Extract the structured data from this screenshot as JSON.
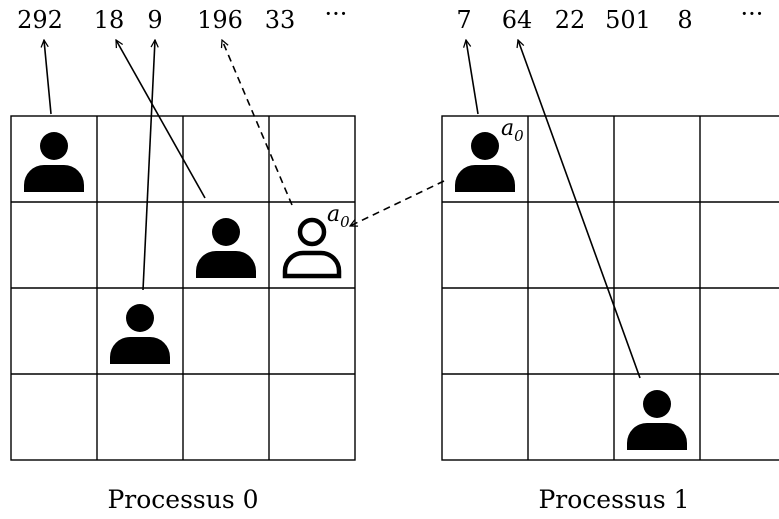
{
  "arrays": {
    "process0": [
      "292",
      "18",
      "9",
      "196",
      "33",
      "···"
    ],
    "process1": [
      "7",
      "64",
      "22",
      "501",
      "8",
      "···"
    ]
  },
  "grids": {
    "process0": {
      "caption": "Processus 0",
      "agents": [
        {
          "row": 0,
          "col": 0,
          "style": "filled",
          "points_to_index": 0,
          "link": "solid"
        },
        {
          "row": 1,
          "col": 2,
          "style": "filled",
          "points_to_index": 1,
          "link": "solid"
        },
        {
          "row": 1,
          "col": 3,
          "style": "outline",
          "points_to_index": 3,
          "link": "dashed",
          "label": "a",
          "label_sub": "0"
        },
        {
          "row": 2,
          "col": 1,
          "style": "filled",
          "points_to_index": 2,
          "link": "solid"
        }
      ]
    },
    "process1": {
      "caption": "Processus 1",
      "agents": [
        {
          "row": 0,
          "col": 0,
          "style": "filled",
          "points_to_index": 0,
          "link": "solid",
          "label": "a",
          "label_sub": "0"
        },
        {
          "row": 3,
          "col": 2,
          "style": "filled",
          "points_to_index": 1,
          "link": "solid"
        }
      ]
    }
  },
  "ghost_link": {
    "from_grid": "process1",
    "from_agent": 0,
    "to_grid": "process0",
    "to_agent": 2,
    "style": "dashed"
  },
  "icons": {
    "agent": "person-icon",
    "ghost_agent": "person-outline-icon"
  }
}
